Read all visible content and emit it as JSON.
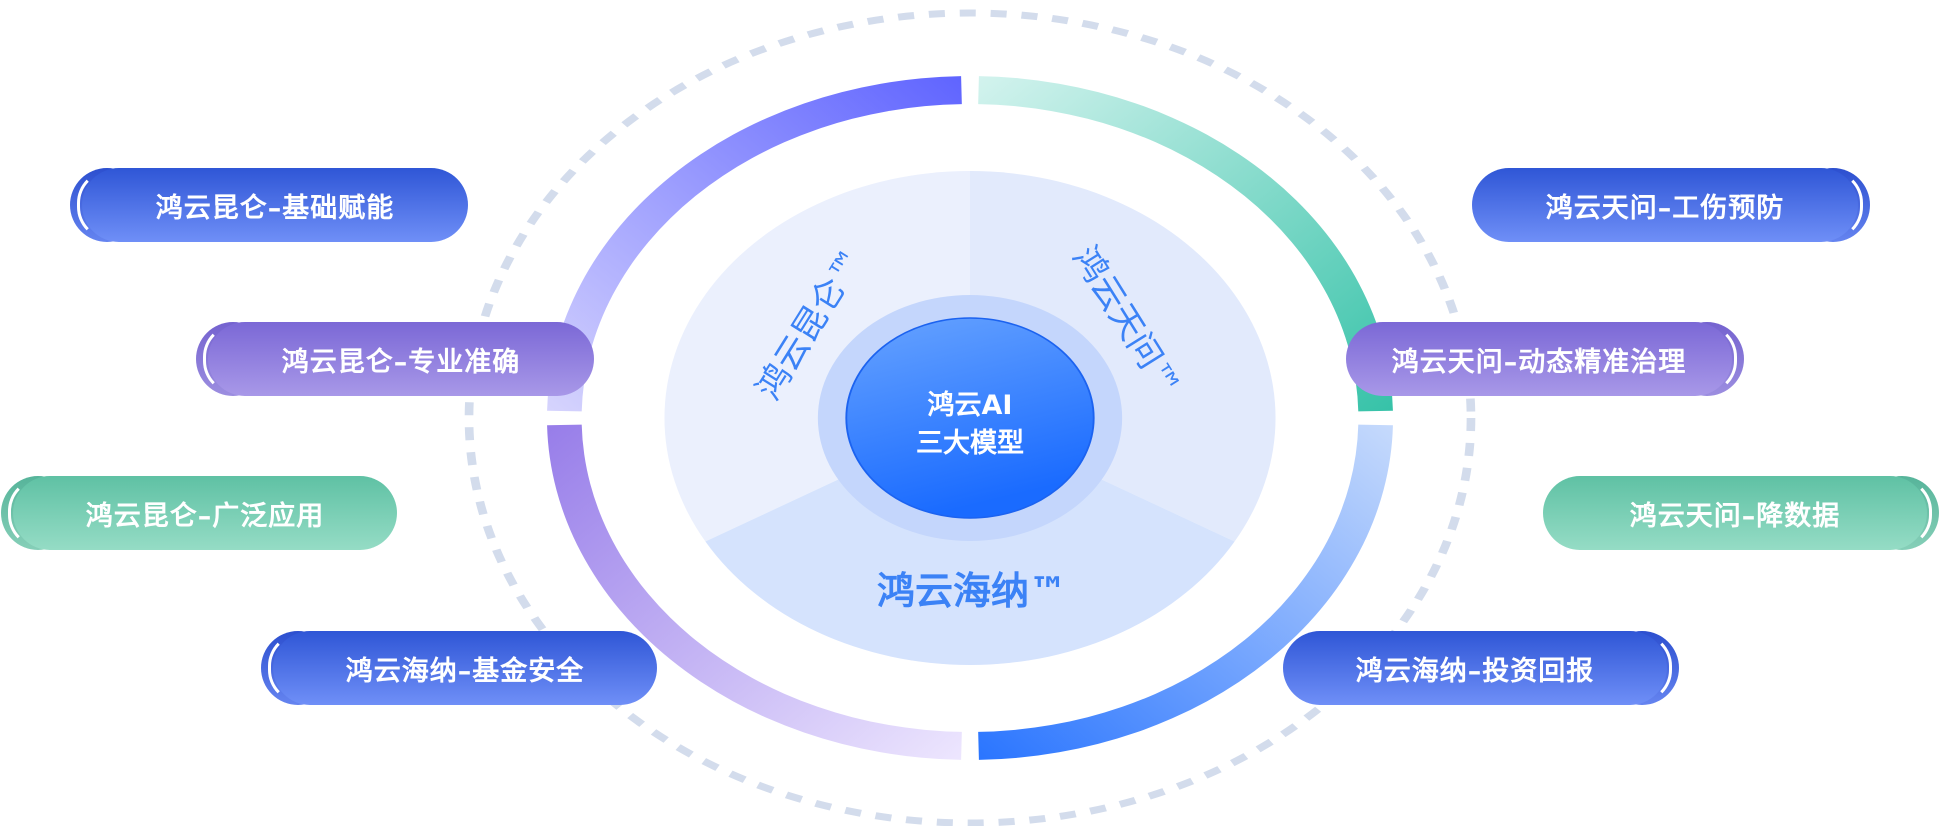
{
  "hub": {
    "line1": "鸿云AI",
    "line2": "三大模型"
  },
  "segments": [
    {
      "key": "kunlun",
      "label": "鸿云昆仑™"
    },
    {
      "key": "tianwen",
      "label": "鸿云天问™"
    },
    {
      "key": "haina",
      "label": "鸿云海纳™"
    }
  ],
  "left_pills": [
    {
      "label": "鸿云昆仑–基础赋能",
      "theme": "blue"
    },
    {
      "label": "鸿云昆仑–专业准确",
      "theme": "purple"
    },
    {
      "label": "鸿云昆仑–广泛应用",
      "theme": "green"
    },
    {
      "label": "鸿云海纳–基金安全",
      "theme": "blue"
    }
  ],
  "right_pills": [
    {
      "label": "鸿云天问–工伤预防",
      "theme": "blue"
    },
    {
      "label": "鸿云天问–动态精准治理",
      "theme": "purple"
    },
    {
      "label": "鸿云天问–降数据",
      "theme": "green"
    },
    {
      "label": "鸿云海纳–投资回报",
      "theme": "blue"
    }
  ],
  "colors": {
    "dashed_ring": "#d3dcec",
    "text_blue": "#3b82f6",
    "hub_top": "#64a0ff",
    "hub_bottom": "#1e6fff",
    "arc_kunlun_start": "#ccccfb",
    "arc_kunlun_end": "#5f64ff",
    "arc_tianwen_start": "#c9f0ea",
    "arc_tianwen_end": "#3cc5ad",
    "arc_haina_left_start": "#9a80ea",
    "arc_haina_left_end": "#ebe3fd",
    "arc_haina_right_start": "#c0d6fb",
    "arc_haina_right_end": "#2c78ff"
  }
}
